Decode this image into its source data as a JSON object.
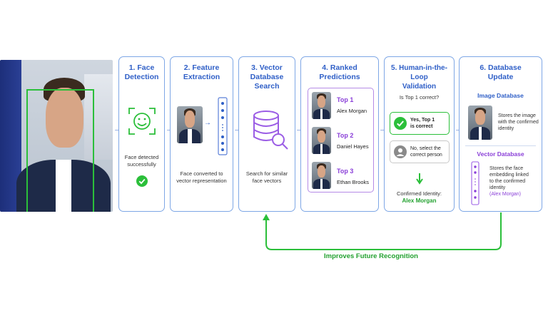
{
  "colors": {
    "accent_blue": "#2f5fc7",
    "green": "#2bbf3a",
    "purple": "#8a3fd8",
    "card_border": "#7ea7e6"
  },
  "steps": [
    {
      "title_line1": "1. Face",
      "title_line2": "Detection",
      "text_line1": "Face detected",
      "text_line2": "successfully"
    },
    {
      "title_line1": "2. Feature",
      "title_line2": "Extraction",
      "text_line1": "Face converted to",
      "text_line2": "vector representation"
    },
    {
      "title_line1": "3. Vector",
      "title_line2": "Database Search",
      "text_line1": "Search for similar",
      "text_line2": "face vectors"
    },
    {
      "title_line1": "4. Ranked",
      "title_line2": "Predictions"
    },
    {
      "title_line1": "5. Human-in-the-Loop",
      "title_line2": "Validation",
      "question": "Is Top 1 correct?"
    },
    {
      "title_line1": "6. Database",
      "title_line2": "Update"
    }
  ],
  "predictions": [
    {
      "rank": "Top 1",
      "name": "Alex Morgan"
    },
    {
      "rank": "Top 2",
      "name": "Daniel Hayes"
    },
    {
      "rank": "Top 3",
      "name": "Ethan Brooks"
    }
  ],
  "validation": {
    "yes_line1": "Yes, Top 1",
    "yes_line2": "is correct",
    "no_line1": "No, select the",
    "no_line2": "correct person",
    "confirmed_label": "Confirmed Identity:",
    "confirmed_name": "Alex Morgan"
  },
  "update": {
    "image_db_title": "Image Database",
    "image_db_line1": "Stores the image",
    "image_db_line2": "with the confirmed",
    "image_db_line3": "identity",
    "vector_db_title": "Vector Database",
    "vector_db_line1": "Stores the face",
    "vector_db_line2": "embedding linked",
    "vector_db_line3": "to the confirmed",
    "vector_db_line4": "identity",
    "vector_db_name": "(Alex Morgan)"
  },
  "feedback_label": "Improves Future Recognition"
}
